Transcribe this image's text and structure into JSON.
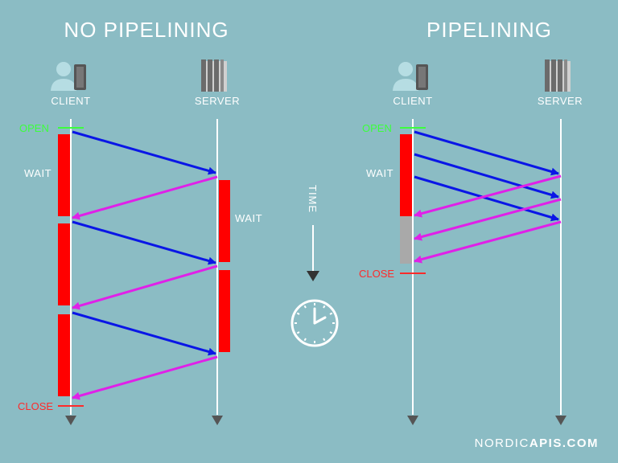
{
  "left": {
    "title": "NO PIPELINING",
    "client_label": "CLIENT",
    "server_label": "SERVER",
    "open_label": "OPEN",
    "close_label": "CLOSE",
    "client_wait_label": "WAIT",
    "server_wait_label": "WAIT"
  },
  "right": {
    "title": "PIPELINING",
    "client_label": "CLIENT",
    "server_label": "SERVER",
    "open_label": "OPEN",
    "close_label": "CLOSE",
    "client_wait_label": "WAIT"
  },
  "center": {
    "time_label": "TIME"
  },
  "brand": {
    "prefix": "NORDIC",
    "suffix": "APIS.COM"
  },
  "colors": {
    "background": "#8bbcc4",
    "request_arrow": "#0a16e6",
    "response_arrow": "#e020e8",
    "wait_bar": "#ff0000",
    "idle_bar": "#a9a9a9",
    "open": "#3cff3c",
    "close": "#ff2a2a",
    "timeline": "#ffffff",
    "timeline_arrowhead": "#555555"
  },
  "icons": [
    "client-person-icon",
    "server-rack-icon",
    "clock-icon",
    "time-arrow-icon"
  ]
}
